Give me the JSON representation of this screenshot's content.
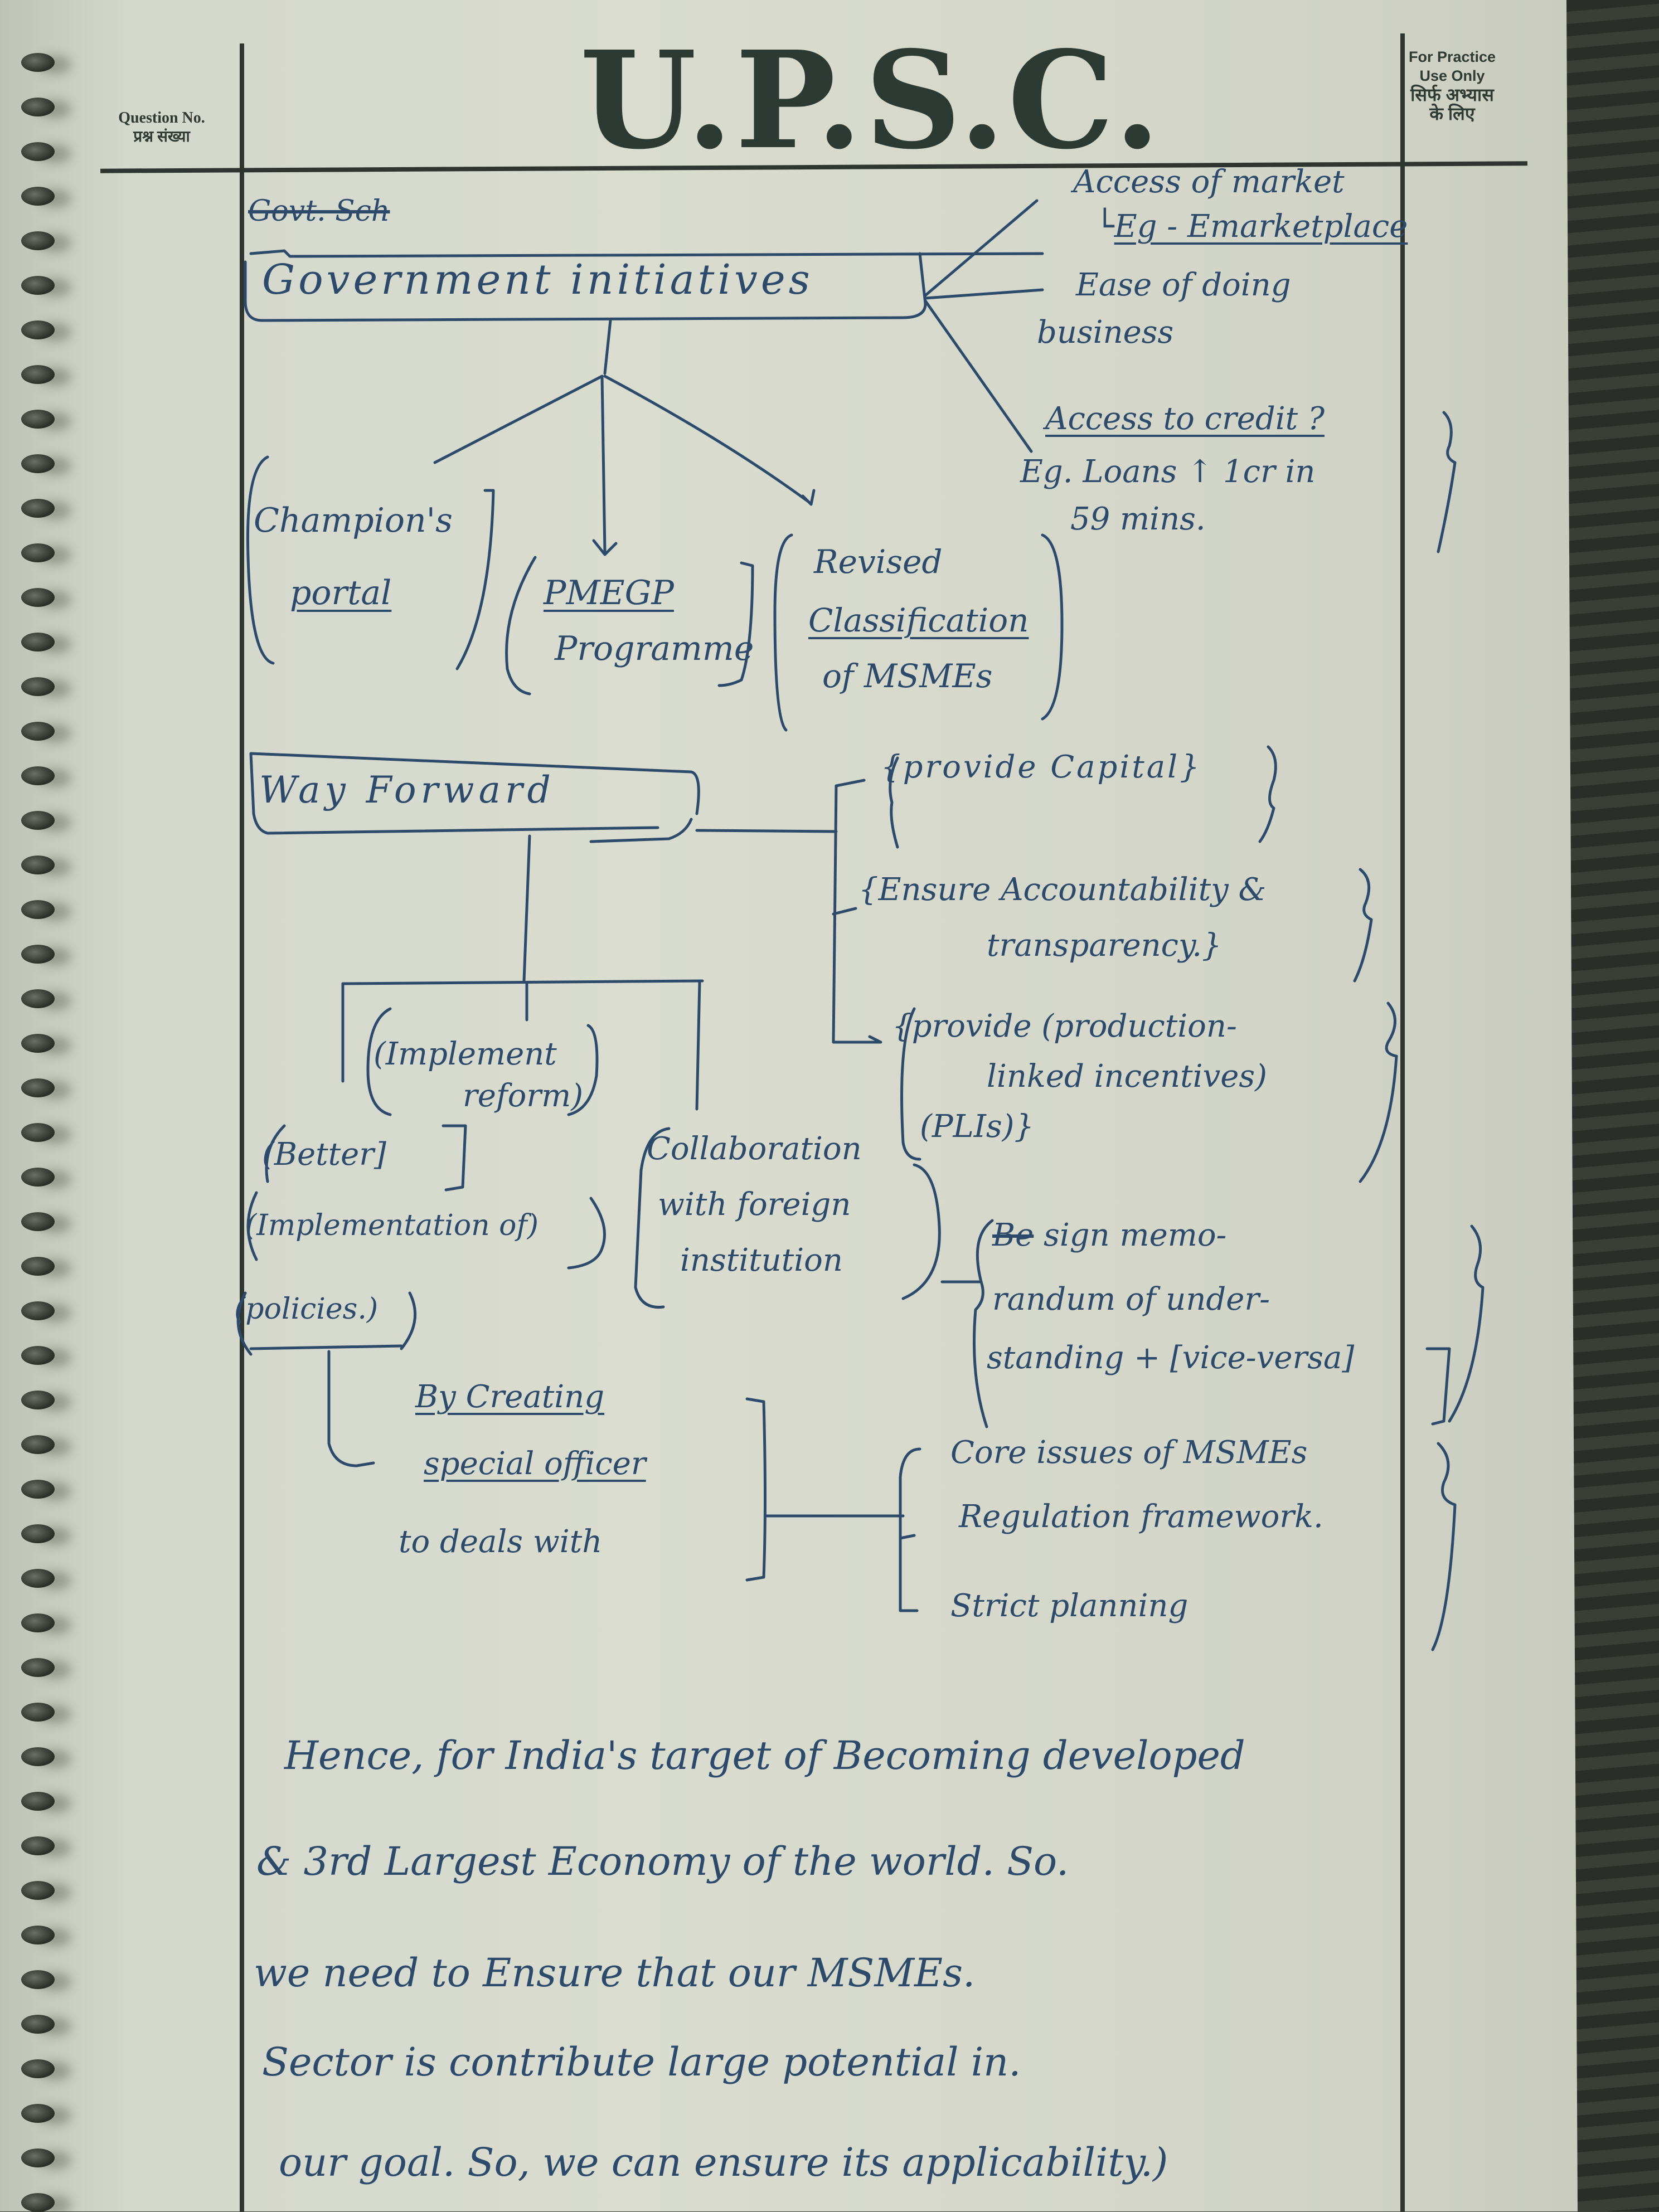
{
  "sheet": {
    "title": "U.P.S.C.",
    "question_no_label_en": "Question No.",
    "question_no_label_hi": "प्रश्न संख्या",
    "practice_label_en_1": "For Practice",
    "practice_label_en_2": "Use Only",
    "practice_label_hi_1": "सिर्फ अभ्यास",
    "practice_label_hi_2": "के लिए"
  },
  "notes": {
    "struck_heading": "Govt. Sch",
    "gov_initiatives": {
      "heading": "Government initiatives",
      "right_points": [
        {
          "line1": "Access of market",
          "line2": "Eg - Emarketplace"
        },
        {
          "line1": "Ease of doing",
          "line2": "business"
        },
        {
          "line1": "Access to credit ?",
          "line2": "Eg. Loans ↑ 1cr in",
          "line3": "59 mins."
        }
      ],
      "branches": [
        {
          "line1": "Champion's",
          "line2": "portal"
        },
        {
          "line1": "PMEGP",
          "line2": "Programme"
        },
        {
          "line1": "Revised",
          "line2": "Classification",
          "line3": "of MSMEs"
        }
      ]
    },
    "way_forward": {
      "heading": "Way Forward",
      "right_points": [
        {
          "line1": "{provide Capital}"
        },
        {
          "line1": "{Ensure Accountability &",
          "line2": "transparency.}"
        },
        {
          "line1": "{provide (production-",
          "line2": "linked incentives)",
          "line3": "(PLIs)}"
        }
      ],
      "branches": [
        {
          "line1": "(Implement",
          "line2": "reform)"
        },
        {
          "line1": "(Better]",
          "line2": "(Implementation of)",
          "line3": "(policies.)"
        },
        {
          "line1": "Collaboration",
          "line2": "with foreign",
          "line3": "institution"
        }
      ],
      "collab_detail": {
        "struck": "Be",
        "line1": "sign memo-",
        "line2": "randum of under-",
        "line3": "standing + [vice-versa]"
      },
      "offices": {
        "line1": "By Creating",
        "line2": "special officer",
        "line3": "to deals with"
      },
      "office_points": [
        "Core issues of MSMEs",
        "Regulation framework.",
        "Strict planning"
      ]
    },
    "conclusion": [
      "Hence, for India's target of Becoming developed",
      "& 3rd Largest Economy of the world. So.",
      "we need to Ensure that our MSMEs.",
      "Sector is contribute large potential in.",
      "our goal. So, we can ensure its applicability.)"
    ]
  }
}
